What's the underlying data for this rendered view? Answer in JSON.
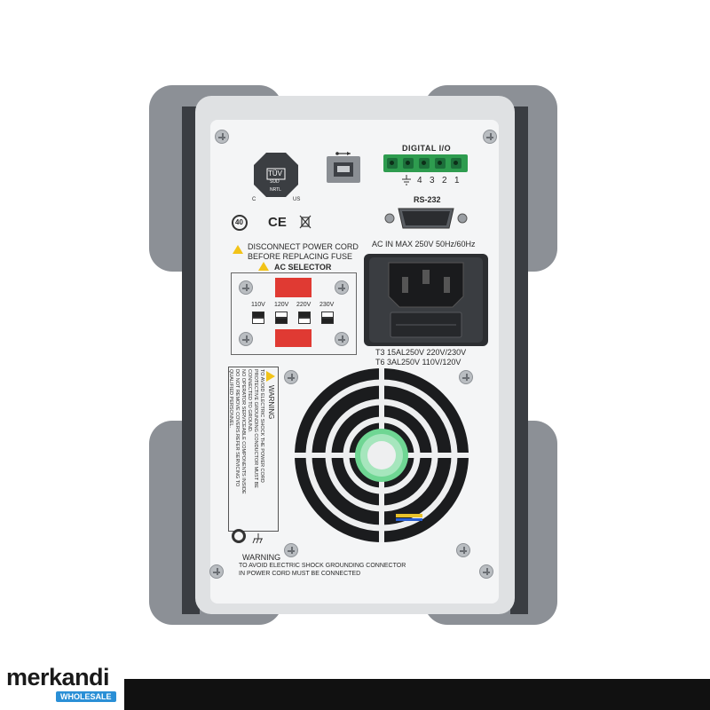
{
  "device": {
    "certification": {
      "tuv_label": "TÜV",
      "sud_label": "SÜD",
      "nrtl_label": "NRTL",
      "c_label": "C",
      "us_label": "US"
    },
    "compliance_marks": [
      "40",
      "CE"
    ],
    "usb_port_label": "USB",
    "digital_io": {
      "title": "DIGITAL I/O",
      "pins": [
        "4",
        "3",
        "2",
        "1"
      ]
    },
    "rs232_label": "RS-232",
    "ac_input_label": "AC IN MAX 250V  50Hz/60Hz",
    "fuse_warning": {
      "line1": "DISCONNECT POWER CORD",
      "line2": "BEFORE REPLACING FUSE"
    },
    "ac_selector": {
      "title": "AC SELECTOR",
      "voltages": [
        "110V",
        "120V",
        "220V",
        "230V"
      ]
    },
    "fuse_spec": {
      "line1": "T3  15AL250V  220V/230V",
      "line2": "T6  3AL250V  110V/120V"
    },
    "side_warning": {
      "title": "WARNING",
      "lines": [
        "TO AVOID ELECTRIC SHOCK THE POWER CORD",
        "PROTECTIVE GROUNDING CONDUCTOR MUST BE",
        "CONNECTED TO GROUND.",
        "NO OPERATOR SERVICEABLE COMPONENTS INSIDE",
        "DO NOT REMOVE COVERS.REFER SERVICING TO",
        "QUALIFIED PERSONNEL."
      ]
    },
    "bottom_warning": {
      "title": "WARNING",
      "line1": "TO AVOID ELECTRIC SHOCK GROUNDING CONNECTOR",
      "line2": "IN POWER CORD MUST BE CONNECTED"
    }
  },
  "watermark": {
    "brand": "merkandi",
    "tagline": "WHOLESALE"
  },
  "colors": {
    "panel": "#f4f5f6",
    "bumper": "#8c9096",
    "accent_red": "#e03a33",
    "terminal_green": "#2e9c4f",
    "merkandi_blue": "#2a8fd6"
  }
}
